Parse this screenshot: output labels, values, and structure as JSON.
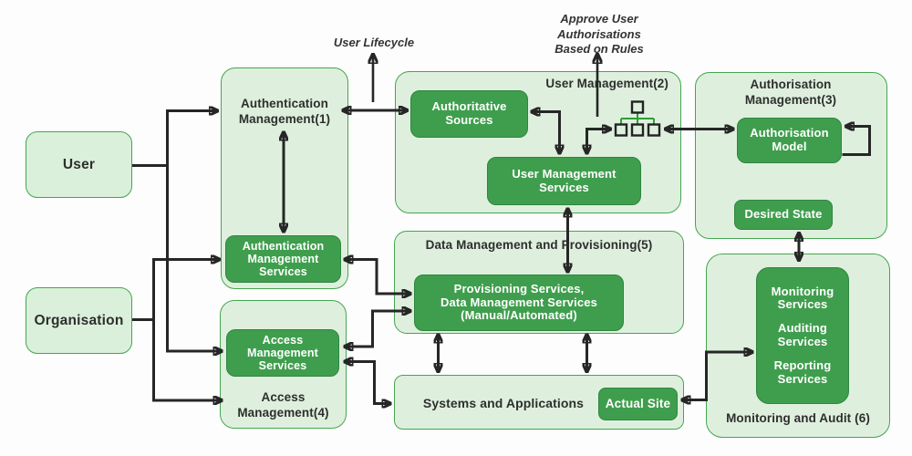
{
  "colors": {
    "canvas_bg": "#fcfdfc",
    "container_fill": "#def0dd",
    "container_border": "#46a551",
    "dark_box_fill": "#3f9e4d",
    "dark_box_border": "#2f8540",
    "dark_box_text": "#ffffff",
    "label_text": "#2e2e2e",
    "connector": "#262626",
    "lifecycle_arrow": "#2f9e37"
  },
  "annotations": {
    "user_lifecycle": "User Lifecycle",
    "approve_rules": "Approve User Authorisations Based on Rules"
  },
  "boxes": {
    "user": "User",
    "organisation": "Organisation"
  },
  "containers": {
    "authentication_management": "Authentication Management(1)",
    "user_management": "User Management(2)",
    "authorisation_management": "Authorisation Management(3)",
    "data_management_provisioning": "Data Management and Provisioning(5)",
    "access_management": "Access Management(4)",
    "systems_applications": "Systems and Applications",
    "monitoring_audit": "Monitoring and Audit (6)"
  },
  "services": {
    "authentication_management_services": "Authentication Management Services",
    "authoritative_sources": "Authoritative Sources",
    "user_management_services": "User Management Services",
    "authorisation_model": "Authorisation Model",
    "desired_state": "Desired State",
    "provisioning_line1": "Provisioning Services,",
    "provisioning_line2": "Data Management Services",
    "provisioning_line3": "(Manual/Automated)",
    "access_management_services": "Access Management Services",
    "actual_site": "Actual Site",
    "monitoring_services": "Monitoring Services",
    "auditing_services": "Auditing Services",
    "reporting_services": "Reporting Services"
  },
  "icons": {
    "org_chart": "org-chart-icon"
  }
}
